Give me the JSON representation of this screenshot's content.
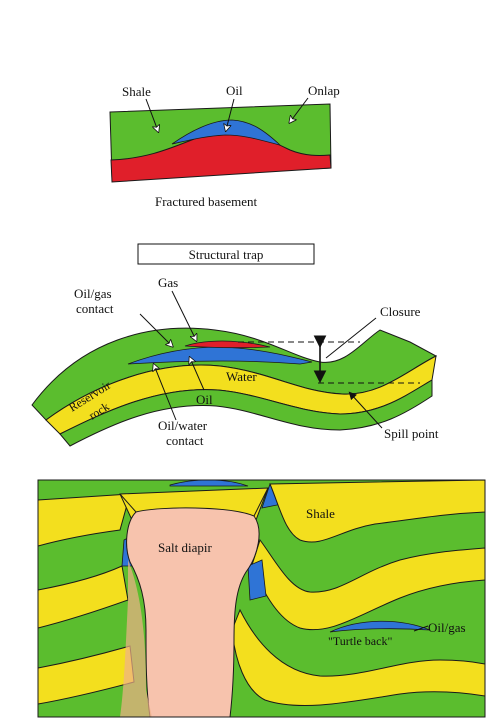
{
  "colors": {
    "shale_green": "#5bbd2e",
    "reservoir_yellow": "#f3df1e",
    "oil_blue": "#2f74d6",
    "gas_red": "#e01f2a",
    "basement_red": "#e01f2a",
    "salt_pink": "#f7c3ad",
    "outline": "#1a1a1a"
  },
  "panel1": {
    "labels": {
      "shale": "Shale",
      "oil": "Oil",
      "onlap": "Onlap",
      "basement": "Fractured basement"
    }
  },
  "panel2": {
    "title": "Structural trap",
    "labels": {
      "oil_gas_contact_1": "Oil/gas",
      "oil_gas_contact_2": "contact",
      "gas": "Gas",
      "closure": "Closure",
      "water": "Water",
      "oil": "Oil",
      "reservoir_1": "Reservoir",
      "reservoir_2": "rock",
      "oil_water_contact_1": "Oil/water",
      "oil_water_contact_2": "contact",
      "spill_point": "Spill point"
    }
  },
  "panel3": {
    "labels": {
      "shale": "Shale",
      "salt": "Salt diapir",
      "turtle": "\"Turtle back\"",
      "oil_gas": "Oil/gas"
    }
  }
}
